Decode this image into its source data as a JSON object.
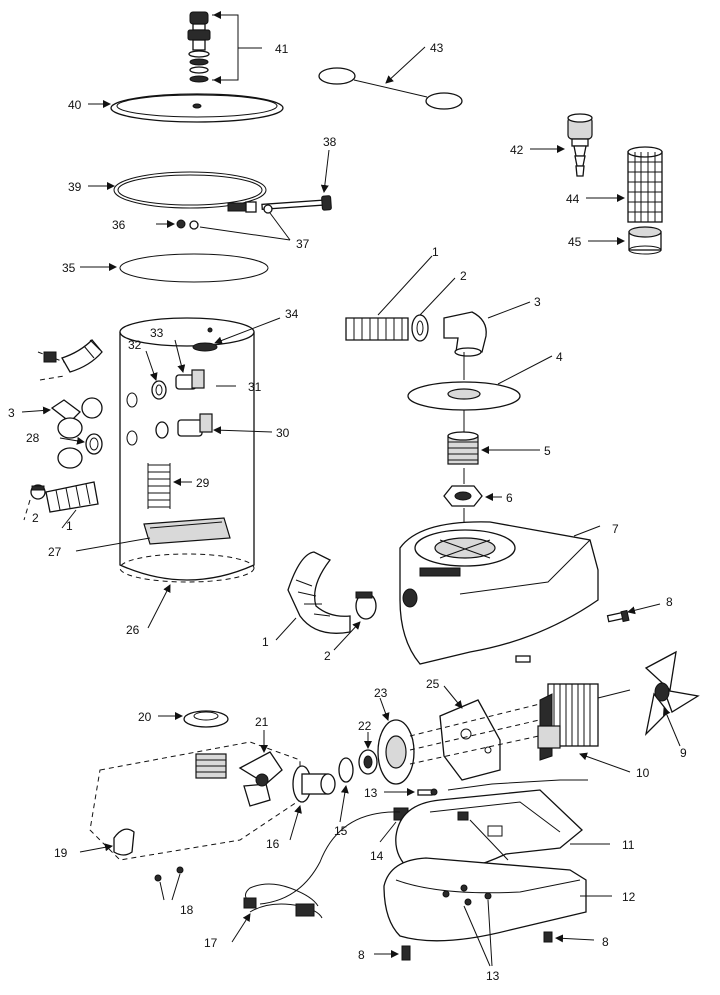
{
  "callouts": {
    "c41": "41",
    "c43": "43",
    "c40": "40",
    "c42": "42",
    "c38": "38",
    "c39": "39",
    "c44": "44",
    "c36": "36",
    "c37": "37",
    "c45": "45",
    "c35": "35",
    "c1a": "1",
    "c2a": "2",
    "c3a": "3",
    "c34": "34",
    "c33": "33",
    "c32": "32",
    "c31": "31",
    "c4": "4",
    "c3b": "3",
    "c28": "28",
    "c30": "30",
    "c5": "5",
    "c29": "29",
    "c6": "6",
    "c2b": "2",
    "c1b": "1",
    "c27": "27",
    "c7": "7",
    "c26": "26",
    "c8a": "8",
    "c1c": "1",
    "c2c": "2",
    "c25": "25",
    "c23": "23",
    "c20": "20",
    "c21": "21",
    "c22": "22",
    "c9": "9",
    "c10": "10",
    "c13a": "13",
    "c15": "15",
    "c16": "16",
    "c11": "11",
    "c14": "14",
    "c19": "19",
    "c12": "12",
    "c18": "18",
    "c17": "17",
    "c8b": "8",
    "c8c": "8",
    "c13b": "13"
  }
}
